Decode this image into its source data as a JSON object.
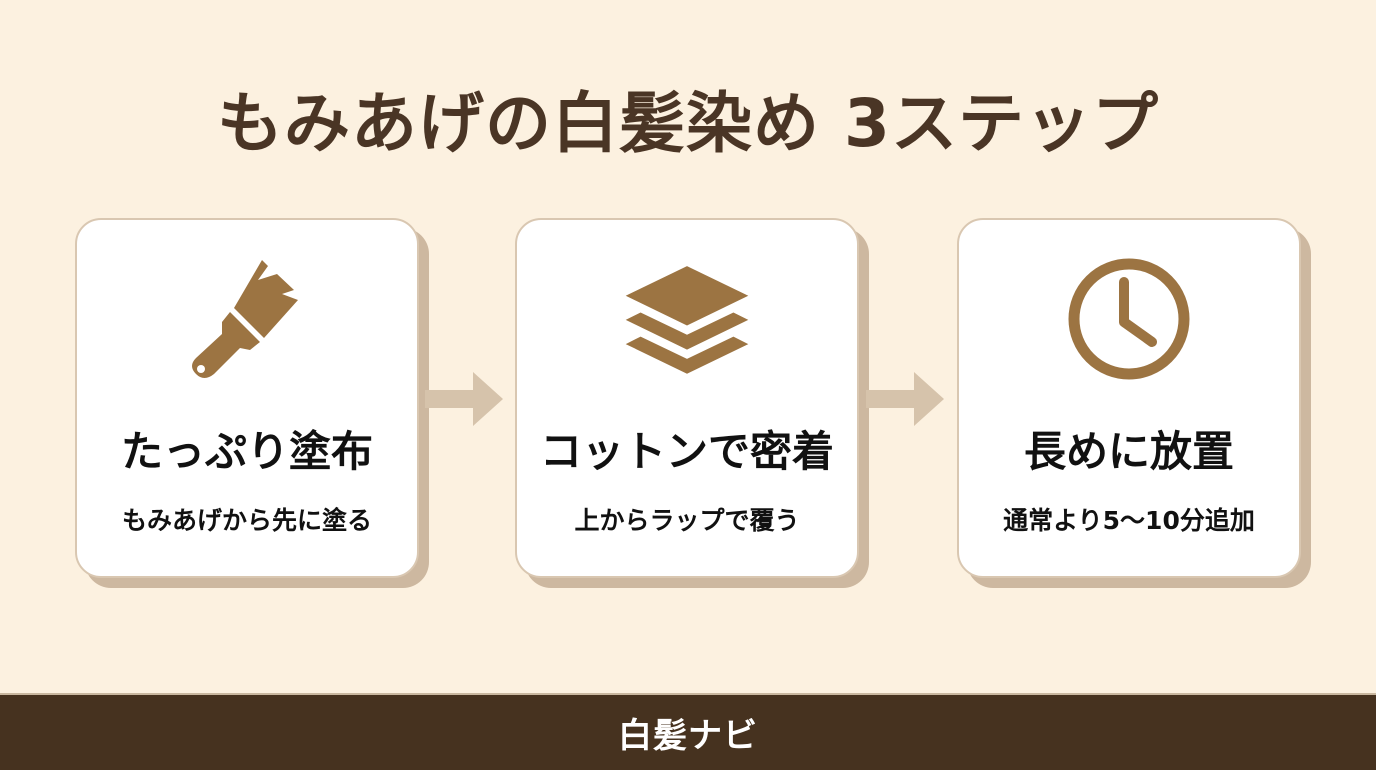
{
  "title": "もみあげの白髪染め 3ステップ",
  "colors": {
    "background": "#fcf1e0",
    "title": "#4a3525",
    "icon": "#9c7442",
    "card_shadow": "#cdb8a0",
    "arrow": "#d6c3ab",
    "footer": "#46321f"
  },
  "steps": [
    {
      "icon": "paintbrush-icon",
      "title": "たっぷり塗布",
      "subtitle": "もみあげから先に塗る"
    },
    {
      "icon": "layers-icon",
      "title": "コットンで密着",
      "subtitle": "上からラップで覆う"
    },
    {
      "icon": "clock-icon",
      "title": "長めに放置",
      "subtitle": "通常より5〜10分追加"
    }
  ],
  "footer": {
    "label": "白髪ナビ"
  }
}
